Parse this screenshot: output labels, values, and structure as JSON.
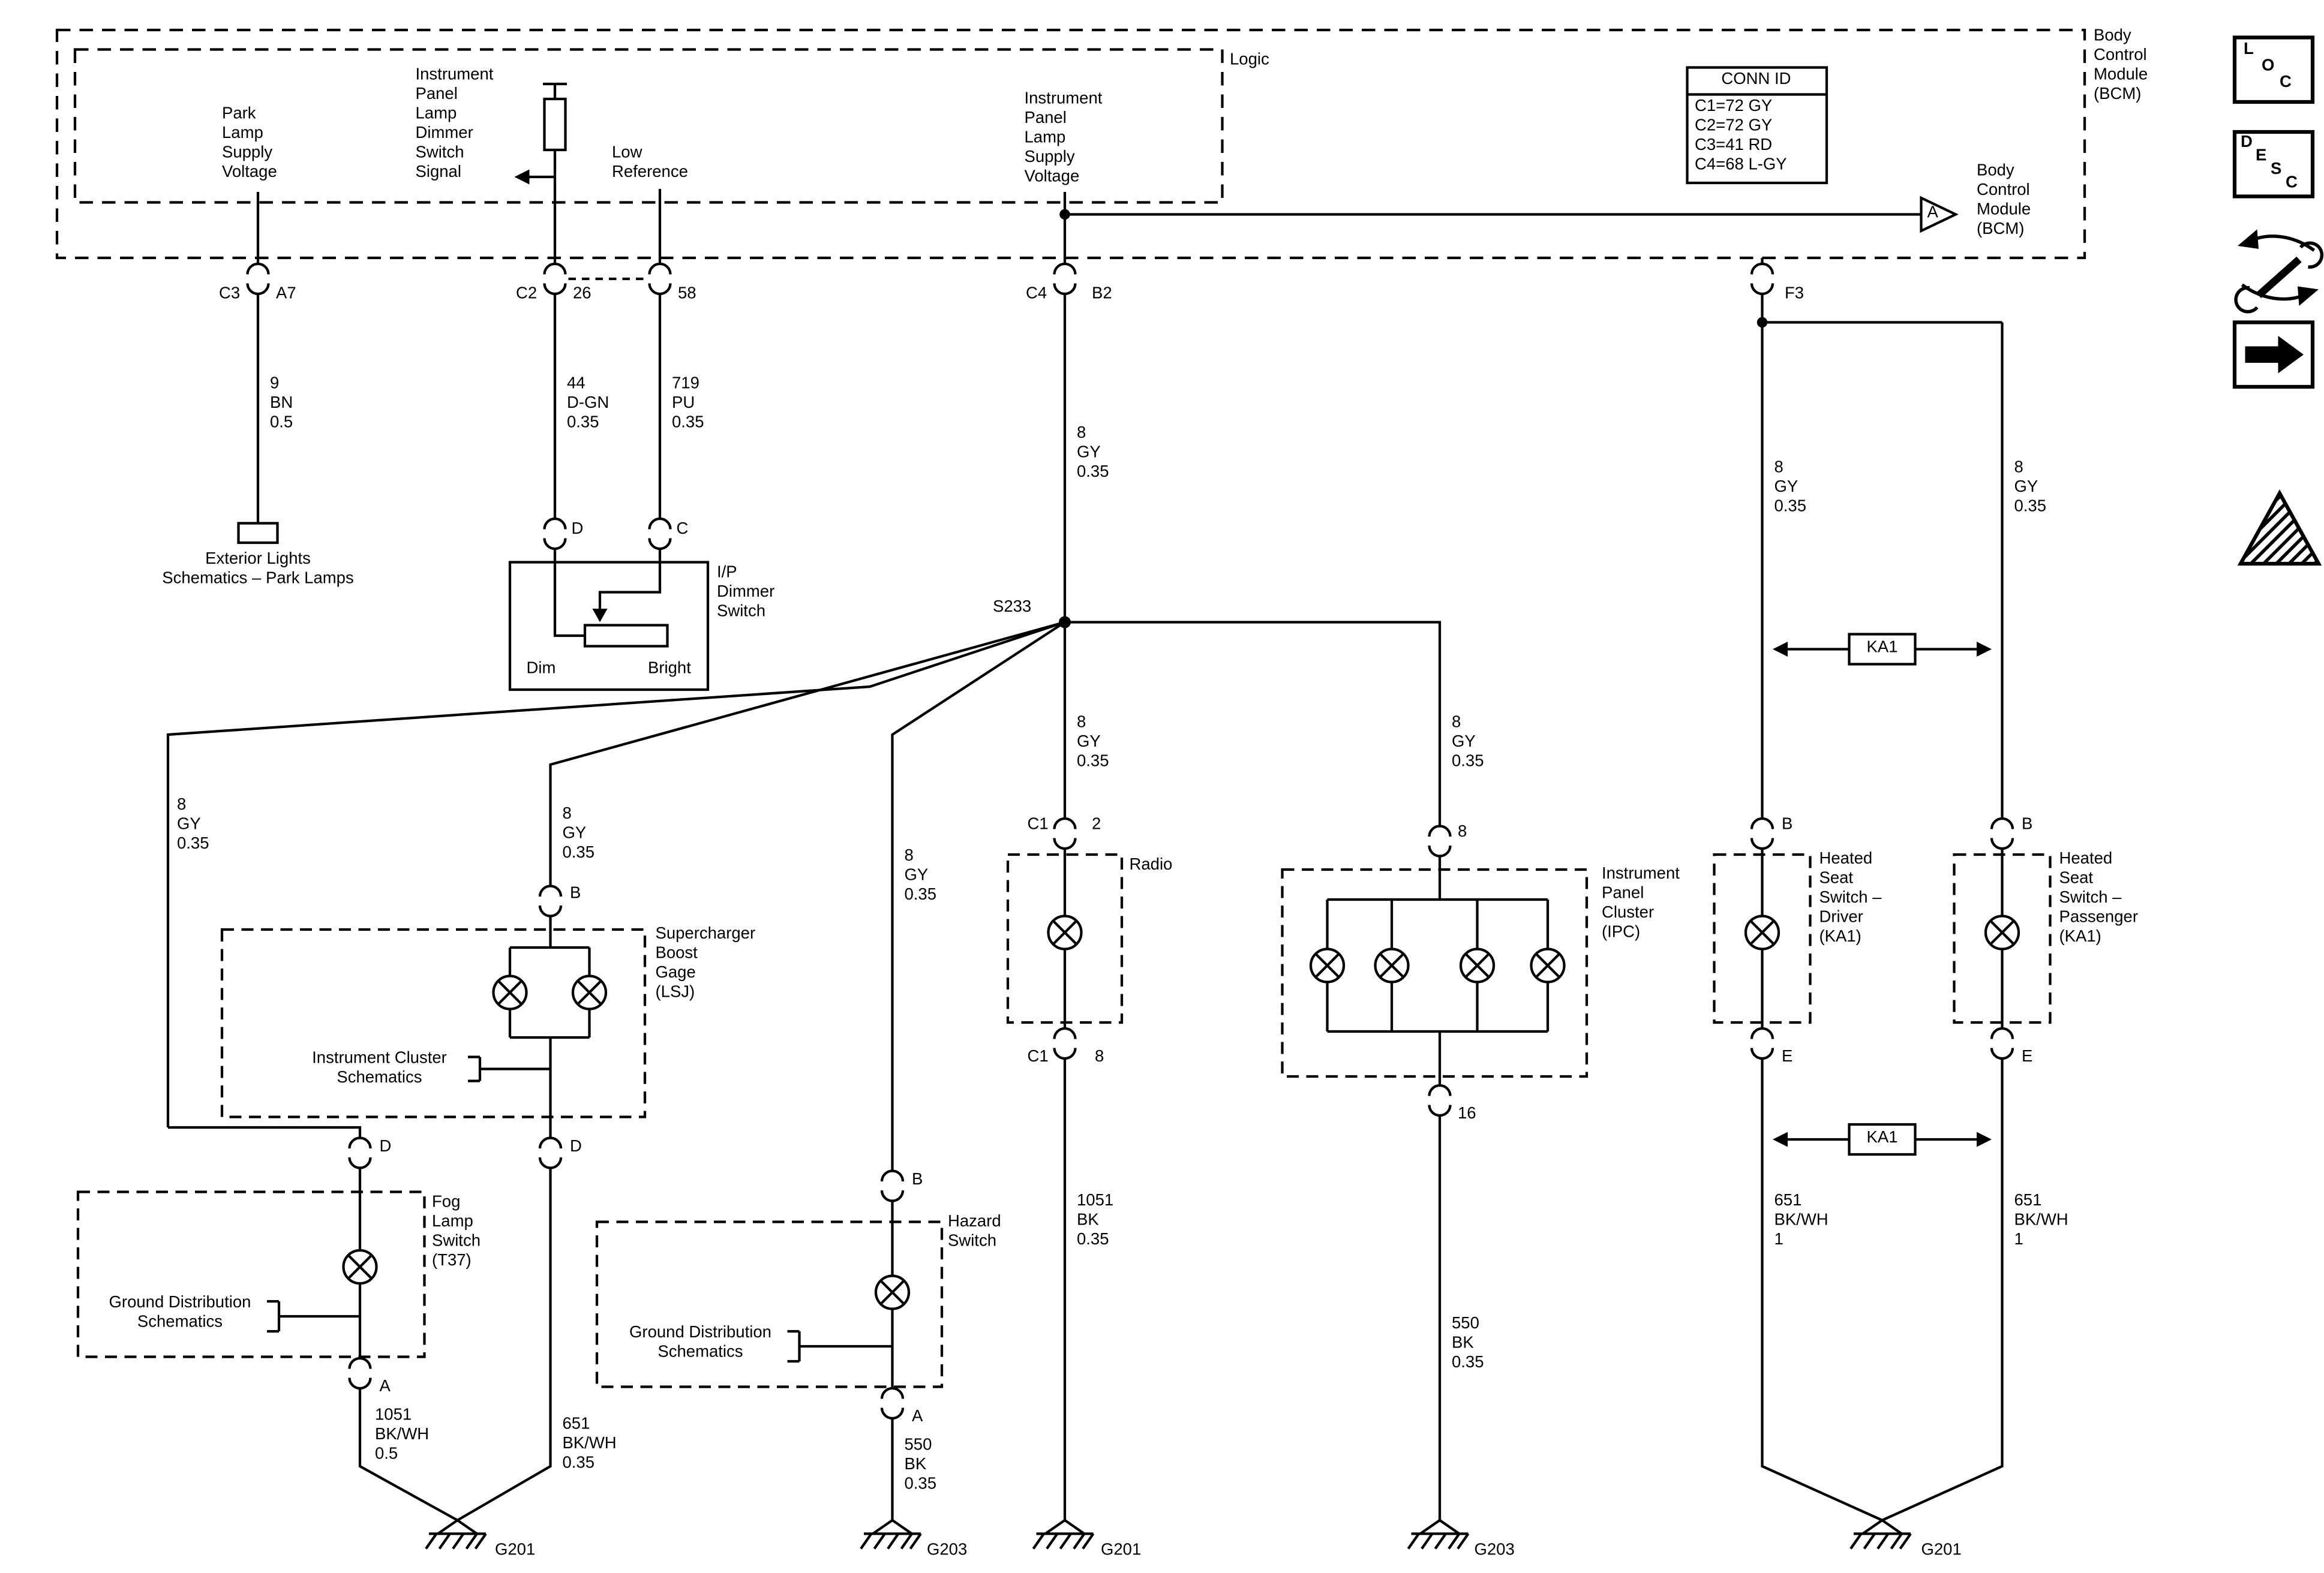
{
  "bcm": {
    "outer_label": "Body\nControl\nModule\n(BCM)",
    "logic_label": "Logic",
    "park_lamp_supply": "Park\nLamp\nSupply\nVoltage",
    "ip_dimmer_signal": "Instrument\nPanel\nLamp\nDimmer\nSwitch\nSignal",
    "low_reference": "Low\nReference",
    "ip_lamp_supply": "Instrument\nPanel\nLamp\nSupply\nVoltage",
    "arrow_letter": "A",
    "arrow_label": "Body\nControl\nModule\n(BCM)"
  },
  "conn_id": {
    "header": "CONN ID",
    "rows": [
      "C1=72 GY",
      "C2=72 GY",
      "C3=41 RD",
      "C4=68 L-GY"
    ]
  },
  "pins": {
    "c3": "C3",
    "a7": "A7",
    "c2": "C2",
    "p26": "26",
    "p58": "58",
    "c4": "C4",
    "b2": "B2",
    "f3": "F3",
    "dimmer_d": "D",
    "dimmer_c": "C",
    "radio_c1_top": "C1",
    "radio_2": "2",
    "radio_c1_bot": "C1",
    "radio_8": "8",
    "ipc_8": "8",
    "ipc_16": "16",
    "sc_b": "B",
    "sc_d": "D",
    "fog_d": "D",
    "fog_a": "A",
    "haz_b": "B",
    "haz_a": "A",
    "hs_drv_b": "B",
    "hs_drv_e": "E",
    "hs_pas_b": "B",
    "hs_pas_e": "E"
  },
  "splice": "S233",
  "wires": {
    "w9": "9\nBN\n0.5",
    "w44": "44\nD-GN\n0.35",
    "w719": "719\nPU\n0.35",
    "w8_main": "8\nGY\n0.35",
    "w8_radio": "8\nGY\n0.35",
    "w8_ipc": "8\nGY\n0.35",
    "w8_fog": "8\nGY\n0.35",
    "w8_sc": "8\nGY\n0.35",
    "w8_haz": "8\nGY\n0.35",
    "w8_hs_drv": "8\nGY\n0.35",
    "w8_hs_pas": "8\nGY\n0.35",
    "w1051_radio": "1051\nBK\n0.35",
    "w550_ipc": "550\nBK\n0.35",
    "w1051_fog": "1051\nBK/WH\n0.5",
    "w651_sc": "651\nBK/WH\n0.35",
    "w550_haz": "550\nBK\n0.35",
    "w651_drv": "651\nBK/WH\n1",
    "w651_pas": "651\nBK/WH\n1"
  },
  "components": {
    "exterior_lights": "Exterior Lights\nSchematics – Park Lamps",
    "dimmer": "I/P\nDimmer\nSwitch",
    "dim": "Dim",
    "bright": "Bright",
    "radio": "Radio",
    "ipc": "Instrument\nPanel\nCluster\n(IPC)",
    "supercharger": "Supercharger\nBoost\nGage\n(LSJ)",
    "instrument_cluster": "Instrument Cluster\nSchematics",
    "fog": "Fog\nLamp\nSwitch\n(T37)",
    "ground_dist_1": "Ground Distribution\nSchematics",
    "hazard": "Hazard\nSwitch",
    "ground_dist_2": "Ground Distribution\nSchematics",
    "hs_driver": "Heated\nSeat\nSwitch –\nDriver\n(KA1)",
    "hs_passenger": "Heated\nSeat\nSwitch –\nPassenger\n(KA1)",
    "ka1_top": "KA1",
    "ka1_bottom": "KA1"
  },
  "grounds": {
    "g201_left": "G201",
    "g203_left": "G203",
    "g201_mid": "G201",
    "g203_right": "G203",
    "g201_right": "G201"
  },
  "icons": {
    "loc": [
      "L",
      "O",
      "C"
    ],
    "desc": [
      "D",
      "E",
      "S",
      "C"
    ]
  }
}
